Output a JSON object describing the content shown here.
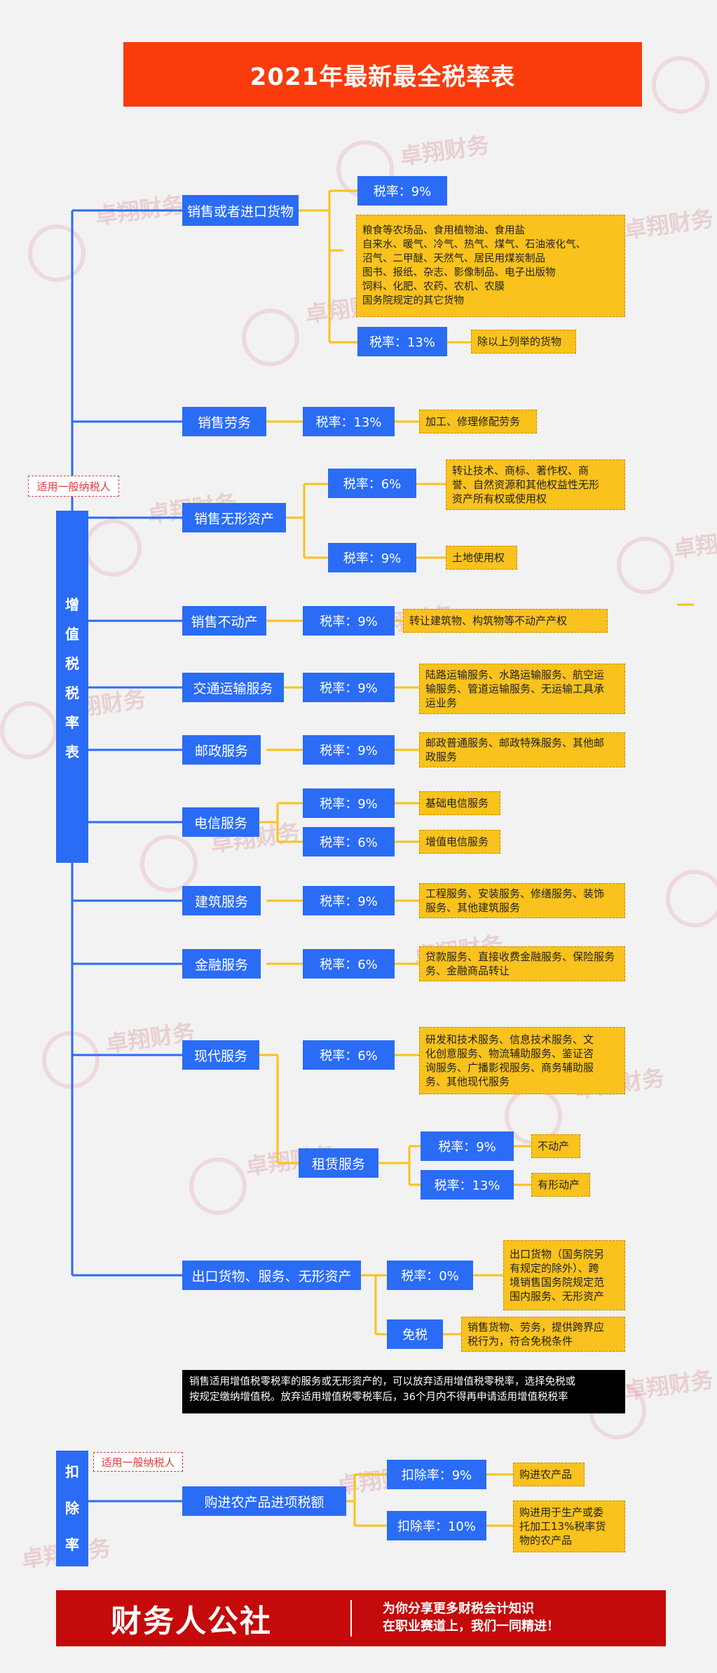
{
  "title": "2021年最新最全税率表",
  "watermark": "卓翔财务",
  "colors": {
    "title_bg": "#fa3c0c",
    "box_blue": "#2a6cf5",
    "box_yellow": "#f9c21d",
    "line_blue": "#2a6cf5",
    "line_yellow": "#f9c21d",
    "footer_bg": "#c40a0a",
    "tag_red": "#e23a3a"
  },
  "vat": {
    "label_chars": [
      "增",
      "值",
      "税",
      "税",
      "率",
      "表"
    ],
    "tag": "适用一般纳税人",
    "goods": {
      "label": "销售或者进口货物",
      "rate_a": "税率：9%",
      "items_a": [
        "粮食等农场品、食用植物油、食用盐",
        "自来水、暖气、冷气、热气、煤气、石油液化气、",
        "沼气、二甲醚、天然气、居民用煤炭制品",
        "图书、报纸、杂志、影像制品、电子出版物",
        "饲料、化肥、农药、农机、农膜",
        "国务院规定的其它货物"
      ],
      "rate_b": "税率：13%",
      "items_b": [
        "除以上列举的货物"
      ]
    },
    "labor": {
      "label": "销售劳务",
      "rate": "税率：13%",
      "items": [
        "加工、修理修配劳务"
      ]
    },
    "intangible": {
      "label": "销售无形资产",
      "rate_a": "税率：6%",
      "items_a": [
        "转让技术、商标、著作权、商",
        "誉、自然资源和其他权益性无形",
        "资产所有权或使用权"
      ],
      "rate_b": "税率：9%",
      "items_b": [
        "土地使用权"
      ]
    },
    "realestate": {
      "label": "销售不动产",
      "rate": "税率：9%",
      "items": [
        "转让建筑物、构筑物等不动产产权"
      ]
    },
    "transport": {
      "label": "交通运输服务",
      "rate": "税率：9%",
      "items": [
        "陆路运输服务、水路运输服务、航空运",
        "输服务、管道运输服务、无运输工具承",
        "运业务"
      ]
    },
    "postal": {
      "label": "邮政服务",
      "rate": "税率：9%",
      "items": [
        "邮政普通服务、邮政特殊服务、其他邮",
        "政服务"
      ]
    },
    "telecom": {
      "label": "电信服务",
      "rate_a": "税率：9%",
      "items_a": [
        "基础电信服务"
      ],
      "rate_b": "税率：6%",
      "items_b": [
        "增值电信服务"
      ]
    },
    "construction": {
      "label": "建筑服务",
      "rate": "税率：9%",
      "items": [
        "工程服务、安装服务、修缮服务、装饰",
        "服务、其他建筑服务"
      ]
    },
    "finance": {
      "label": "金融服务",
      "rate": "税率：6%",
      "items": [
        "贷款服务、直接收费金融服务、保险服务",
        "务、金融商品转让"
      ]
    },
    "modern": {
      "label": "现代服务",
      "rate": "税率：6%",
      "items": [
        "研发和技术服务、信息技术服务、文",
        "化创意服务、物流辅助服务、鉴证咨",
        "询服务、广播影视服务、商务辅助服",
        "务、其他现代服务"
      ],
      "lease": {
        "label": "租赁服务",
        "rate_a": "税率：9%",
        "items_a": [
          "不动产"
        ],
        "rate_b": "税率：13%",
        "items_b": [
          "有形动产"
        ]
      }
    },
    "export": {
      "label": "出口货物、服务、无形资产",
      "rate": "税率：0%",
      "items": [
        "出口货物（国务院另",
        "有规定的除外）、跨",
        "境销售国务院规定范",
        "围内服务、无形资产"
      ],
      "exempt": "免税",
      "exempt_items": [
        "销售货物、劳务，提供跨界应",
        "税行为，符合免税条件"
      ]
    },
    "note": [
      "销售适用增值税零税率的服务或无形资产的，可以放弃适用增值税零税率，选择免税或",
      "按规定缴纳增值税。放弃适用增值税零税率后，36个月内不得再申请适用增值税税率"
    ]
  },
  "deduction": {
    "label_chars": [
      "扣",
      "除",
      "率"
    ],
    "tag": "适用一般纳税人",
    "label": "购进农产品进项税额",
    "rate_a": "扣除率：9%",
    "items_a": [
      "购进农产品"
    ],
    "rate_b": "扣除率：10%",
    "items_b": [
      "购进用于生产或委",
      "托加工13%税率货",
      "物的农产品"
    ]
  },
  "footer": {
    "brand": "财务人公社",
    "line1": "为你分享更多财税会计知识",
    "line2": "在职业赛道上，我们一同精进！"
  }
}
